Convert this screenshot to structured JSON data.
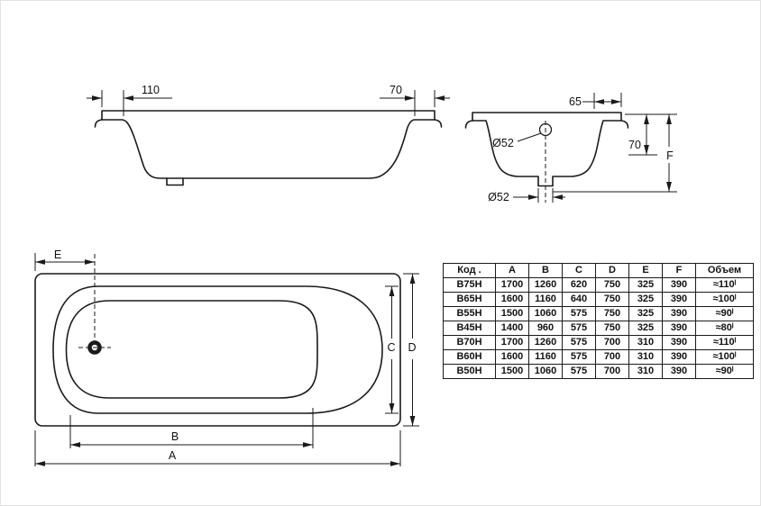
{
  "side_view": {
    "dim_110": "110",
    "dim_70": "70"
  },
  "cross_section": {
    "dim_65": "65",
    "overflow_label": "Ø52",
    "dim_70": "70",
    "dim_f": "F",
    "drain_label": "Ø52"
  },
  "plan_view": {
    "dim_e": "E",
    "dim_c": "C",
    "dim_d": "D",
    "dim_b": "B",
    "dim_a": "A"
  },
  "table": {
    "headers": [
      "Код .",
      "A",
      "B",
      "C",
      "D",
      "E",
      "F",
      "Объем"
    ],
    "rows": [
      [
        "B75H",
        "1700",
        "1260",
        "620",
        "750",
        "325",
        "390",
        "≈110ˡ"
      ],
      [
        "B65H",
        "1600",
        "1160",
        "640",
        "750",
        "325",
        "390",
        "≈100ˡ"
      ],
      [
        "B55H",
        "1500",
        "1060",
        "575",
        "750",
        "325",
        "390",
        "≈90ˡ"
      ],
      [
        "B45H",
        "1400",
        "960",
        "575",
        "750",
        "325",
        "390",
        "≈80ˡ"
      ],
      [
        "B70H",
        "1700",
        "1260",
        "575",
        "700",
        "310",
        "390",
        "≈110ˡ"
      ],
      [
        "B60H",
        "1600",
        "1160",
        "575",
        "700",
        "310",
        "390",
        "≈100ˡ"
      ],
      [
        "B50H",
        "1500",
        "1060",
        "575",
        "700",
        "310",
        "390",
        "≈90ˡ"
      ]
    ]
  },
  "colors": {
    "line": "#1a1a1a",
    "background": "#ffffff"
  }
}
